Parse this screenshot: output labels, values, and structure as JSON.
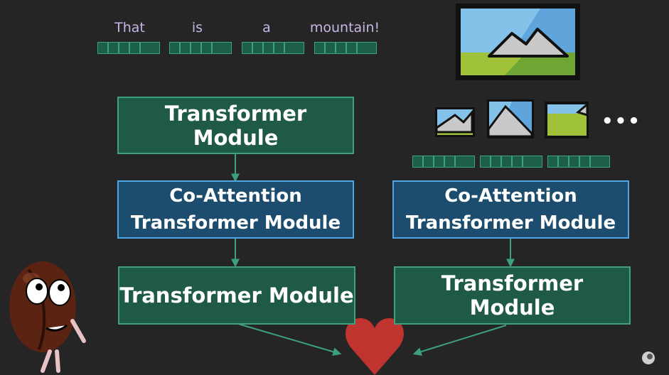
{
  "sentence": {
    "words": [
      "That",
      "is",
      "a",
      "mountain!"
    ]
  },
  "left_stream": {
    "top_module": "Transformer Module",
    "coattention_line1": "Co-Attention",
    "coattention_line2": "Transformer Module",
    "bottom_module": "Transformer Module"
  },
  "right_stream": {
    "coattention_line1": "Co-Attention",
    "coattention_line2": "Transformer Module",
    "bottom_module": "Transformer Module",
    "ellipsis": "•••"
  },
  "colors": {
    "background": "#252525",
    "transformer_fill": "#1f5a45",
    "transformer_border": "#3da07f",
    "coattention_fill": "#1c4d6e",
    "coattention_border": "#4ea6e6",
    "heart": "#c0342f",
    "word_text": "#c7b6e3"
  }
}
